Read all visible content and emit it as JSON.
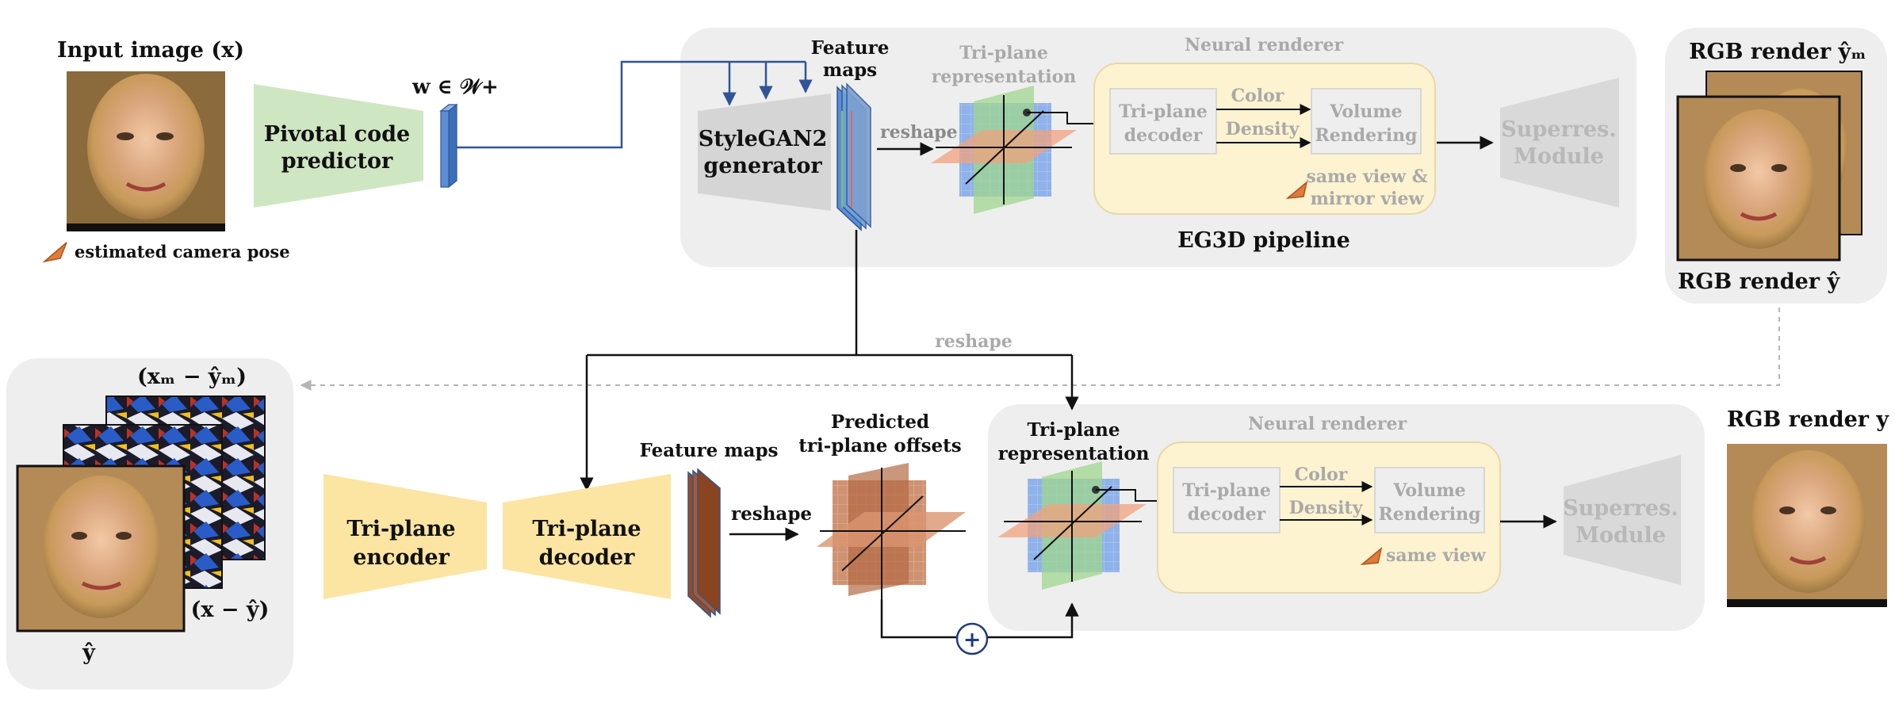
{
  "colors": {
    "panel_gray": "#eeeeee",
    "neural_yellow": "#fdf3d0",
    "predictor_green": "#cfe6c2",
    "encoder_yellow": "#fce5a2",
    "generator_gray": "#d5d5d5",
    "feature_blue": "#5b8ed4",
    "feature_brown": "#9a4a22",
    "line_blue": "#2f5597",
    "plane_orange": "#f0a27d",
    "plane_green": "#9fd58e",
    "plane_blue": "#6f9ee8",
    "offset_brown": "#c77f58"
  },
  "top": {
    "input_title": "Input image (x)",
    "camera_pose": "estimated camera pose",
    "pivotal": [
      "Pivotal code",
      "predictor"
    ],
    "w_space": "w ∈ 𝒲+",
    "stylegan": [
      "StyleGAN2",
      "generator"
    ],
    "feature_maps": [
      "Feature",
      "maps"
    ],
    "reshape": "reshape",
    "triplane_rep": [
      "Tri-plane",
      "representation"
    ],
    "neural_renderer": "Neural renderer",
    "triplane_decoder": [
      "Tri-plane",
      "decoder"
    ],
    "color": "Color",
    "density": "Density",
    "volume_rendering": [
      "Volume",
      "Rendering"
    ],
    "view_note": [
      "same view &",
      "mirror view"
    ],
    "superres": [
      "Superres.",
      "Module"
    ],
    "pipeline_name": "EG3D pipeline",
    "rgb_render_m": "RGB render ŷₘ",
    "rgb_render_hat": "RGB render ŷ"
  },
  "bottom": {
    "reshape_mid": "reshape",
    "diff_m": "(xₘ − ŷₘ)",
    "diff": "(x − ŷ)",
    "y_hat": "ŷ",
    "encoder": [
      "Tri-plane",
      "encoder"
    ],
    "decoder": [
      "Tri-plane",
      "decoder"
    ],
    "feature_maps": "Feature maps",
    "reshape": "reshape",
    "offsets": [
      "Predicted",
      "tri-plane offsets"
    ],
    "plus": "+",
    "triplane_rep": [
      "Tri-plane",
      "representation"
    ],
    "neural_renderer": "Neural renderer",
    "triplane_decoder": [
      "Tri-plane",
      "decoder"
    ],
    "color": "Color",
    "density": "Density",
    "volume_rendering": [
      "Volume",
      "Rendering"
    ],
    "view_note": "same view",
    "superres": [
      "Superres.",
      "Module"
    ],
    "rgb_render_y": "RGB render y"
  }
}
